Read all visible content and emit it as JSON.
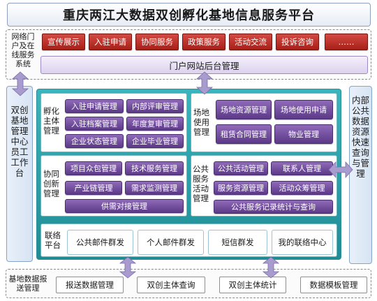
{
  "title": "重庆两江大数据双创孵化基地信息服务平台",
  "portal": {
    "label": "网络门户及在线服务系统",
    "items": [
      "宣传展示",
      "入驻申请",
      "协同服务",
      "政策服务",
      "活动交流",
      "投诉咨询",
      "……"
    ],
    "backend": "门户网站后台管理"
  },
  "left_panel": "双创基地管理中心员工工作台",
  "right_panel": "内部公共数据资源快速查询与管理",
  "incubation": {
    "label": "孵化主体管理",
    "items": [
      "入驻申请管理",
      "内部评审管理",
      "入驻档案管理",
      "年度复审管理",
      "企业状态管理",
      "企业毕业管理"
    ]
  },
  "venue": {
    "label": "场地使用管理",
    "items": [
      "场地资源管理",
      "场地使用申请",
      "租赁合同管理",
      "物业管理"
    ]
  },
  "collab": {
    "label": "协同创新管理",
    "items": [
      "项目众包管理",
      "技术服务管理",
      "产业链管理",
      "需求监测管理",
      "供需对接管理"
    ]
  },
  "public_service": {
    "label": "公共服务活动管理",
    "items": [
      "公共活动管理",
      "联系人管理",
      "服务资源管理",
      "活动众筹管理",
      "公共服务记录统计与查询"
    ]
  },
  "contact": {
    "label": "联络平台",
    "items": [
      "公共邮件群发",
      "个人邮件群发",
      "短信群发",
      "我的联络中心"
    ]
  },
  "report": {
    "label": "基地数据报送管理",
    "items": [
      "报送数据管理",
      "双创主体查询",
      "双创主体统计",
      "数据模板管理"
    ]
  },
  "colors": {
    "red": "#b8281f",
    "purple": "#6a4596",
    "teal": "#2aa0a8",
    "arrow": "#a89ccf"
  }
}
